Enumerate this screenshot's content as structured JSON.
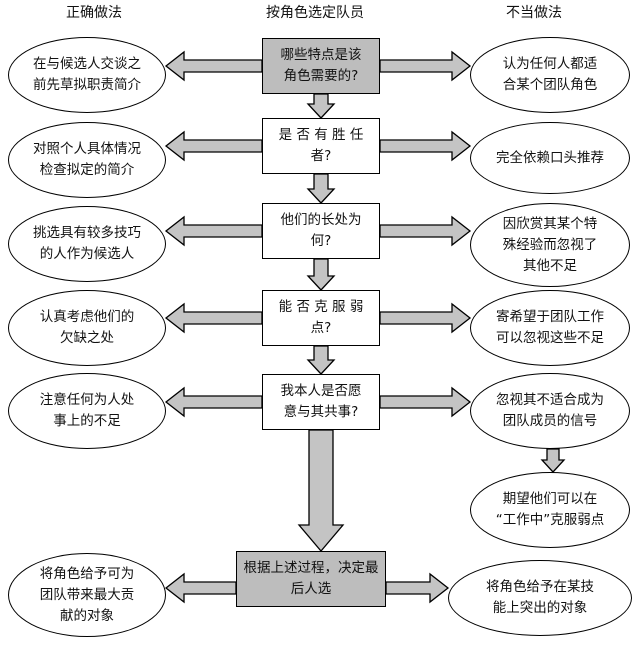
{
  "headers": {
    "left": "正确做法",
    "center": "按角色选定队员",
    "right": "不当做法"
  },
  "center_steps": [
    "哪些特点是该\n角色需要的?",
    "是 否 有 胜 任\n者?",
    "他们的长处为\n何?",
    "能 否 克 服 弱\n点?",
    "我本人是否愿\n意与其共事?"
  ],
  "final_box": "根据上述过程，决定最\n后人选",
  "left_items": [
    "在与候选人交谈之\n前先草拟职责简介",
    "对照个人具体情况\n检查拟定的简介",
    "挑选具有较多技巧\n的人作为候选人",
    "认真考虑他们的\n欠缺之处",
    "注意任何为人处\n事上的不足",
    "将角色给予可为\n团队带来最大贡\n献的对象"
  ],
  "right_items": [
    "认为任何人都适\n合某个团队角色",
    "完全依赖口头推荐",
    "因欣赏其某个特\n殊经验而忽视了\n其他不足",
    "寄希望于团队工作\n可以忽视这些不足",
    "忽视其不适合成为\n团队成员的信号",
    "将角色给予在某技\n能上突出的对象"
  ],
  "right_extra": "期望他们可以在\n“工作中”克服弱点",
  "colors": {
    "box_shaded": "#bdbdbd",
    "arrow_fill": "#c4c4c4",
    "outline": "#000000"
  }
}
